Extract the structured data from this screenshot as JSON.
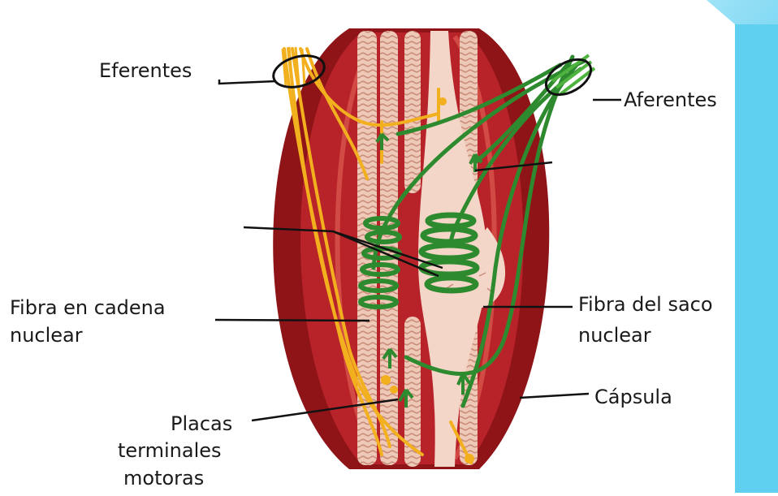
{
  "labels": {
    "eferentes": "Eferentes",
    "aferentes": "Aferentes",
    "fibra_cadena_line1": "Fibra en cadena",
    "fibra_cadena_line2": "nuclear",
    "fibra_saco_line1": "Fibra del saco",
    "fibra_saco_line2": "nuclear",
    "capsula": "Cápsula",
    "placas_line1": "Placas",
    "placas_line2": "terminales",
    "placas_line3": "motoras"
  },
  "colors": {
    "muscle_dark": "#8e1418",
    "muscle": "#b8232a",
    "fiber_pink": "#efc9b8",
    "fiber_stripe": "#c98d7a",
    "efferent_nerve": "#f2b01e",
    "afferent_nerve": "#2e8a2e",
    "afferent_light": "#4fb33f",
    "background": "#ffffff",
    "corner_accent": "#5fd0ef"
  }
}
